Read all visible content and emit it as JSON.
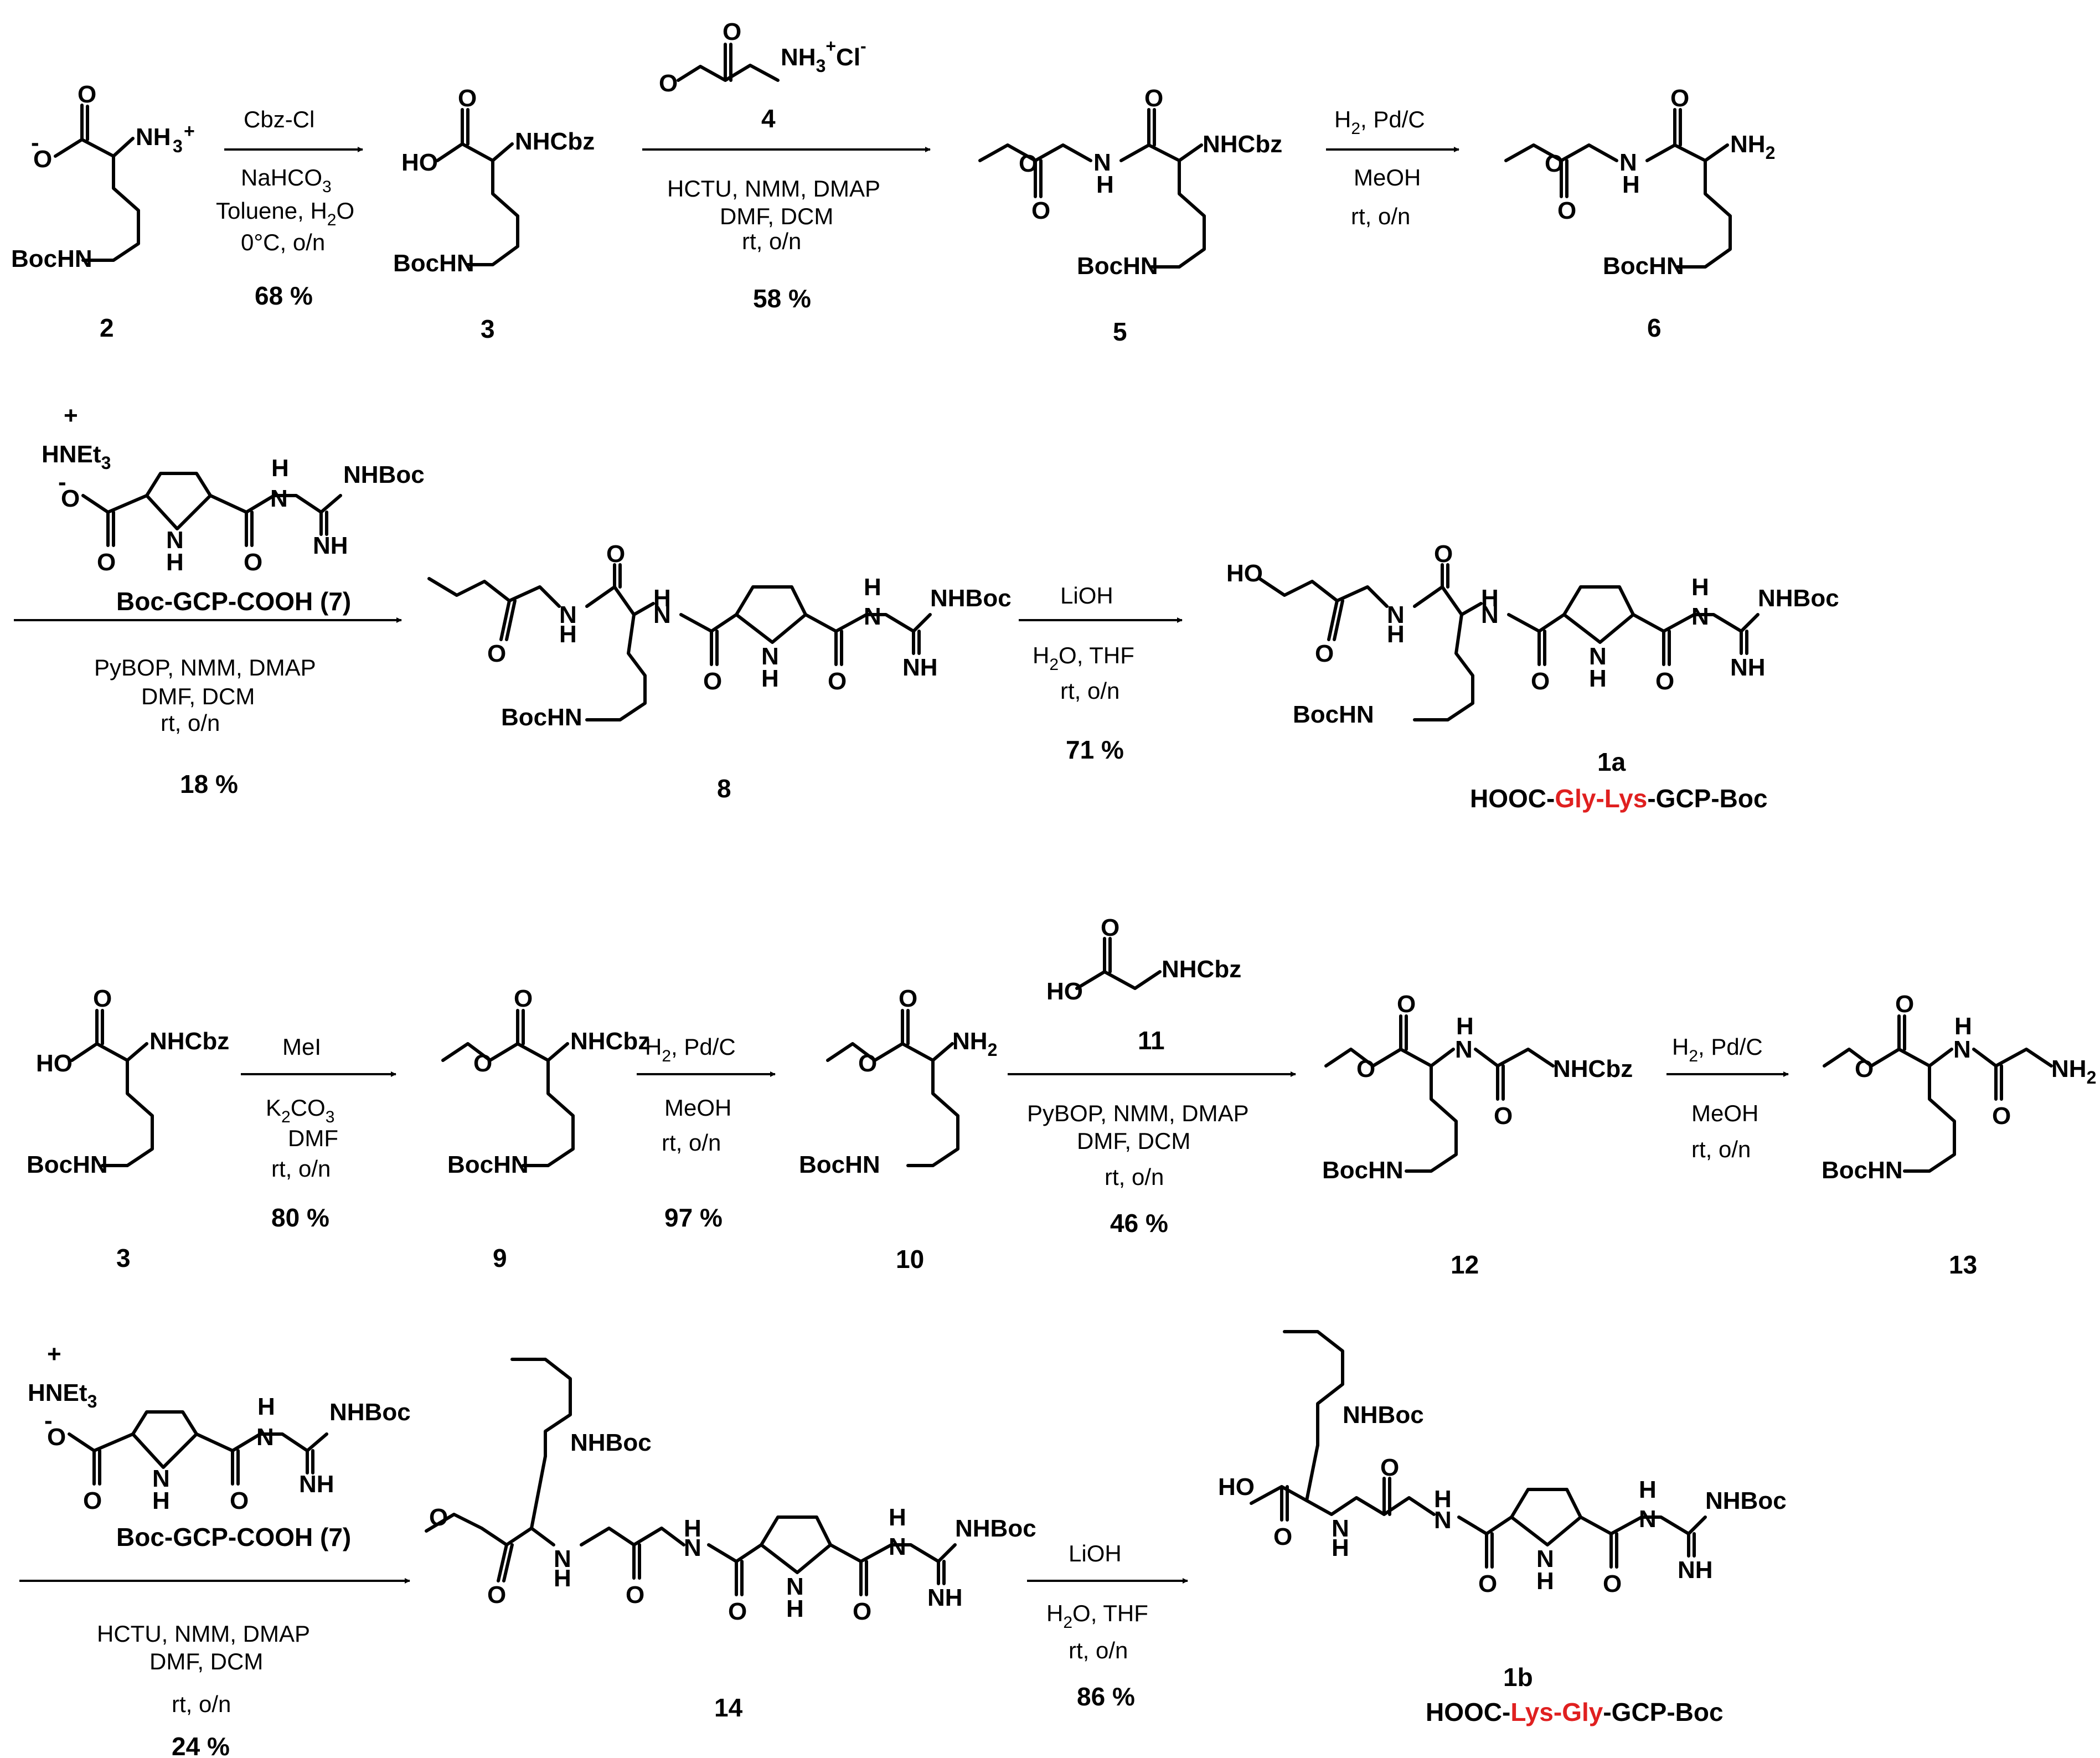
{
  "scheme": {
    "row1": {
      "cmpd2": {
        "number": "2"
      },
      "step1": {
        "reagent": "Cbz-Cl",
        "c1": "NaHCO",
        "c1sub": "3",
        "c2": "Toluene, H",
        "c2sub": "2",
        "c2end": "O",
        "c3": "0°C, o/n",
        "yield": "68 %"
      },
      "cmpd3": {
        "number": "3"
      },
      "step2": {
        "reagent_number": "4",
        "c1": "HCTU, NMM, DMAP",
        "c2": "DMF, DCM",
        "c3": "rt, o/n",
        "yield": "58 %"
      },
      "cmpd5": {
        "number": "5"
      },
      "step3": {
        "c0": "H",
        "c0sub": "2",
        "c0end": ", Pd/C",
        "c1": "MeOH",
        "c2": "rt, o/n"
      },
      "cmpd6": {
        "number": "6"
      }
    },
    "row2": {
      "reagent7": {
        "name": "Boc-GCP-COOH (7)",
        "counterion": "HNEt",
        "counterion_sub": "3"
      },
      "step4": {
        "c1": "PyBOP, NMM, DMAP",
        "c2": "DMF, DCM",
        "c3": "rt, o/n",
        "yield": "18 %"
      },
      "cmpd8": {
        "number": "8"
      },
      "step5": {
        "c0": "LiOH",
        "c1": "H",
        "c1sub": "2",
        "c1end": "O, THF",
        "c2": "rt, o/n",
        "yield": "71 %"
      },
      "cmpd1a": {
        "number": "1a",
        "name_pre": "HOOC-",
        "name_red": "Gly-Lys",
        "name_post": "-GCP-Boc"
      }
    },
    "row3": {
      "cmpd3": {
        "number": "3"
      },
      "step6": {
        "c0": "MeI",
        "c1": "K",
        "c1sub": "2",
        "c1end": "CO",
        "c1sub2": "3",
        "c2": "DMF",
        "c3": "rt, o/n",
        "yield": "80 %"
      },
      "cmpd9": {
        "number": "9"
      },
      "step7": {
        "c0": "H",
        "c0sub": "2",
        "c0end": ", Pd/C",
        "c1": "MeOH",
        "c2": "rt, o/n",
        "yield": "97 %"
      },
      "cmpd10": {
        "number": "10"
      },
      "step8": {
        "reagent_number": "11",
        "c1": "PyBOP, NMM, DMAP",
        "c2": "DMF, DCM",
        "c3": "rt, o/n",
        "yield": "46 %"
      },
      "cmpd12": {
        "number": "12"
      },
      "step9": {
        "c0": "H",
        "c0sub": "2",
        "c0end": ", Pd/C",
        "c1": "MeOH",
        "c2": "rt, o/n"
      },
      "cmpd13": {
        "number": "13"
      }
    },
    "row4": {
      "reagent7": {
        "name": "Boc-GCP-COOH (7)",
        "counterion": "HNEt",
        "counterion_sub": "3"
      },
      "step10": {
        "c1": "HCTU, NMM, DMAP",
        "c2": "DMF, DCM",
        "c3": "rt, o/n",
        "yield": "24 %"
      },
      "cmpd14": {
        "number": "14"
      },
      "step11": {
        "c0": "LiOH",
        "c1": "H",
        "c1sub": "2",
        "c1end": "O, THF",
        "c2": "rt, o/n",
        "yield": "86 %"
      },
      "cmpd1b": {
        "number": "1b",
        "name_pre": "HOOC-",
        "name_red": "Lys-Gly",
        "name_post": "-GCP-Boc"
      }
    },
    "atoms": {
      "O": "O",
      "OH": "HO",
      "Ominus": "O",
      "minus": "-",
      "plus": "+",
      "NH3": "NH",
      "NH3sub": "3",
      "NH2": "NH",
      "NH2sub": "2",
      "NHCbz": "NHCbz",
      "BocHN": "BocHN",
      "NH": "NH",
      "H": "H",
      "N": "N",
      "NHBoc": "NHBoc",
      "Cl": "Cl",
      "HNEt": "HNEt"
    }
  }
}
